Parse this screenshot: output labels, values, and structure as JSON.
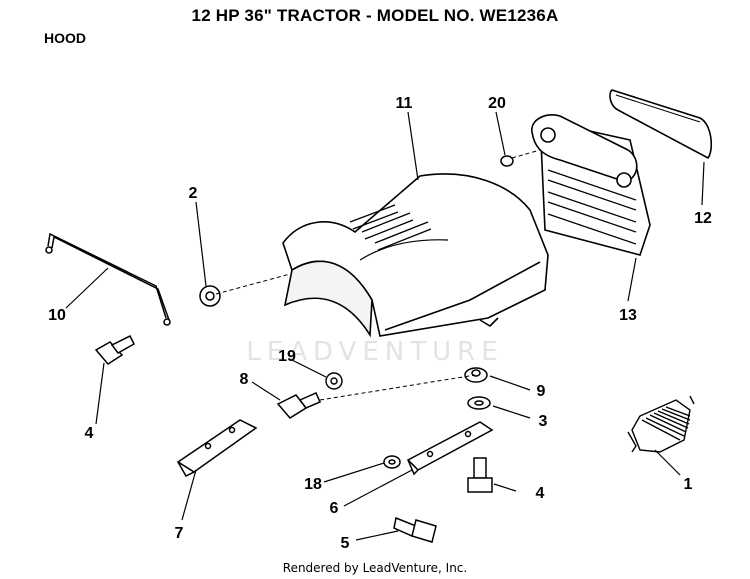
{
  "header": {
    "title": "12 HP 36\" TRACTOR - MODEL NO. WE1236A",
    "section": "HOOD"
  },
  "watermark": "LEADVENTURE",
  "footer": "Rendered by LeadVenture, Inc.",
  "callouts": {
    "n1": "1",
    "n2": "2",
    "n3": "3",
    "n4a": "4",
    "n4b": "4",
    "n5": "5",
    "n6": "6",
    "n7": "7",
    "n8": "8",
    "n9": "9",
    "n10": "10",
    "n11": "11",
    "n12": "12",
    "n13": "13",
    "n18": "18",
    "n19": "19",
    "n20": "20"
  }
}
